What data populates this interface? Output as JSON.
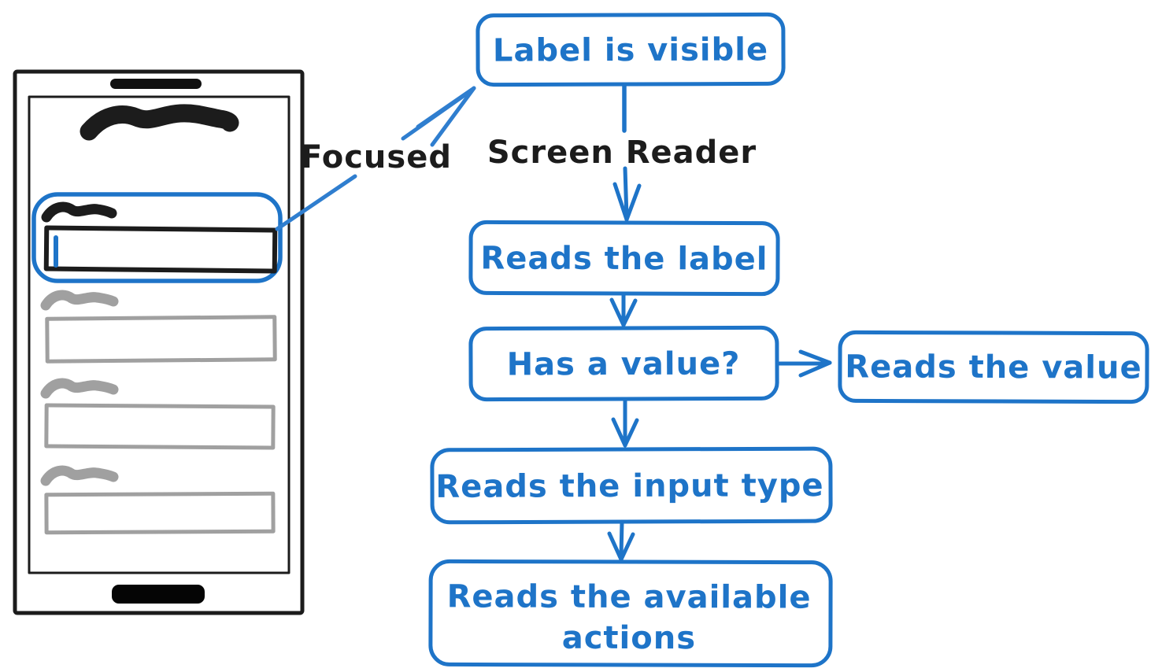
{
  "colors": {
    "flow_blue": "#1e74c8",
    "arrow_blue": "#2f7ecf",
    "ink_black": "#1c1c1c",
    "placeholder_gray": "#a0a0a0"
  },
  "annotations": {
    "focused_label": "Focused",
    "screen_reader_label": "Screen Reader"
  },
  "flow": {
    "nodes": [
      {
        "id": "label-is-visible",
        "label": "Label is visible"
      },
      {
        "id": "reads-the-label",
        "label": "Reads the label"
      },
      {
        "id": "has-a-value",
        "label": "Has a value?"
      },
      {
        "id": "reads-the-value",
        "label": "Reads the value"
      },
      {
        "id": "reads-the-input-type",
        "label": "Reads the input type"
      },
      {
        "id": "reads-the-available-actions",
        "label": "Reads the available actions",
        "lines": [
          "Reads the available",
          "actions"
        ]
      }
    ]
  },
  "phone": {
    "parts": [
      "phone-frame",
      "speaker-bar",
      "screen",
      "page-title-scribble",
      "focused-field-ring",
      "field-label-scribble",
      "text-input-box",
      "text-cursor",
      "form-field-2",
      "form-field-3",
      "form-field-4",
      "home-button"
    ]
  }
}
